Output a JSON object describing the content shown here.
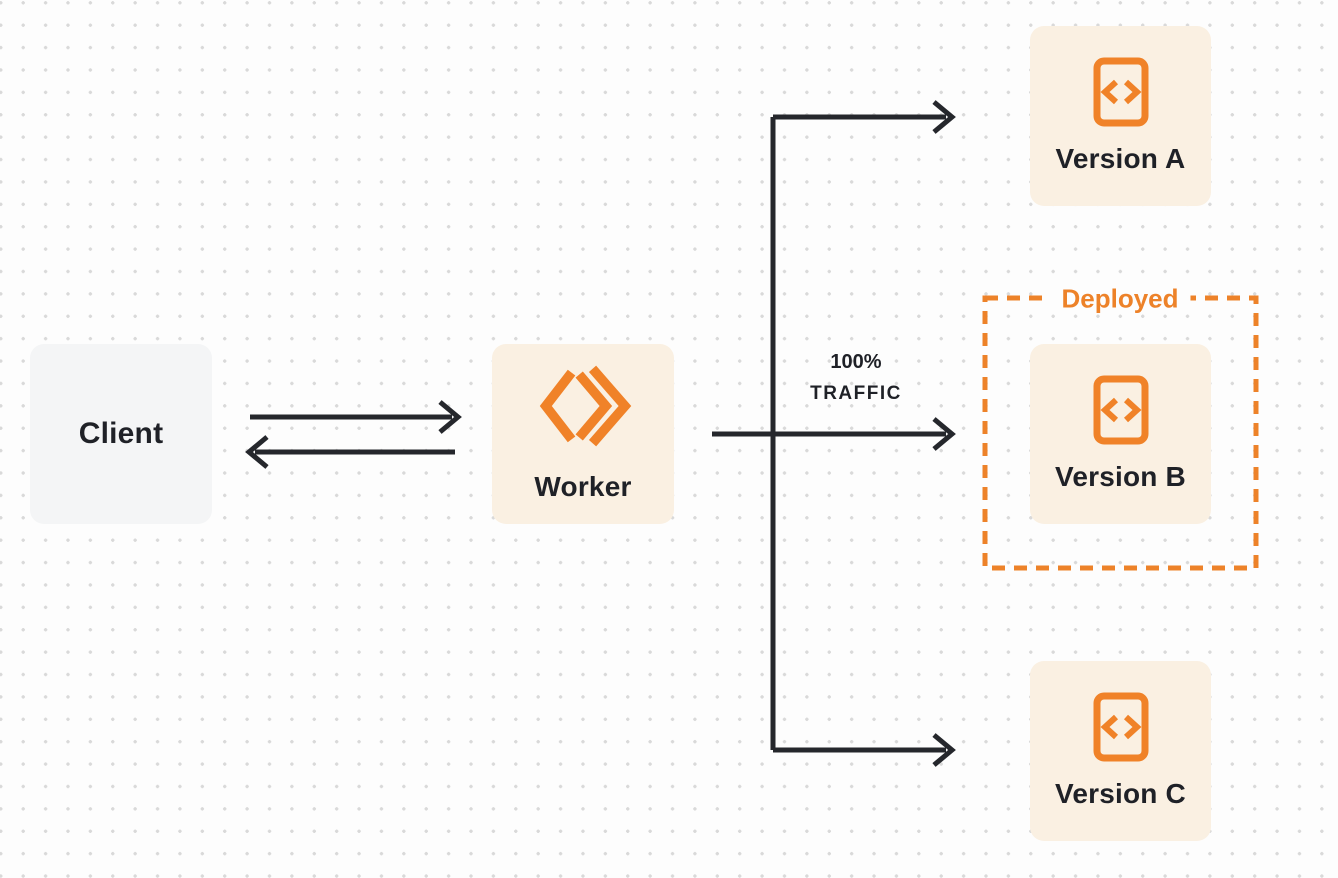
{
  "nodes": {
    "client": {
      "label": "Client"
    },
    "worker": {
      "label": "Worker"
    },
    "version_a": {
      "label": "Version A"
    },
    "version_b": {
      "label": "Version B"
    },
    "version_c": {
      "label": "Version C"
    }
  },
  "annotations": {
    "deployed": "Deployed",
    "traffic_line1": "100%",
    "traffic_line2": "TRAFFIC"
  },
  "icons": {
    "worker": "workers-logo-icon",
    "version": "code-file-icon"
  },
  "colors": {
    "accent_orange": "#ed8229",
    "icon_orange": "#f08228",
    "node_fill_cream": "#faf0e2",
    "client_fill_gray": "#f4f5f6",
    "line_dark": "#25272c",
    "text_dark": "#1f2127",
    "background": "#fdfdfd",
    "dot_grid": "#d9d9d9"
  }
}
